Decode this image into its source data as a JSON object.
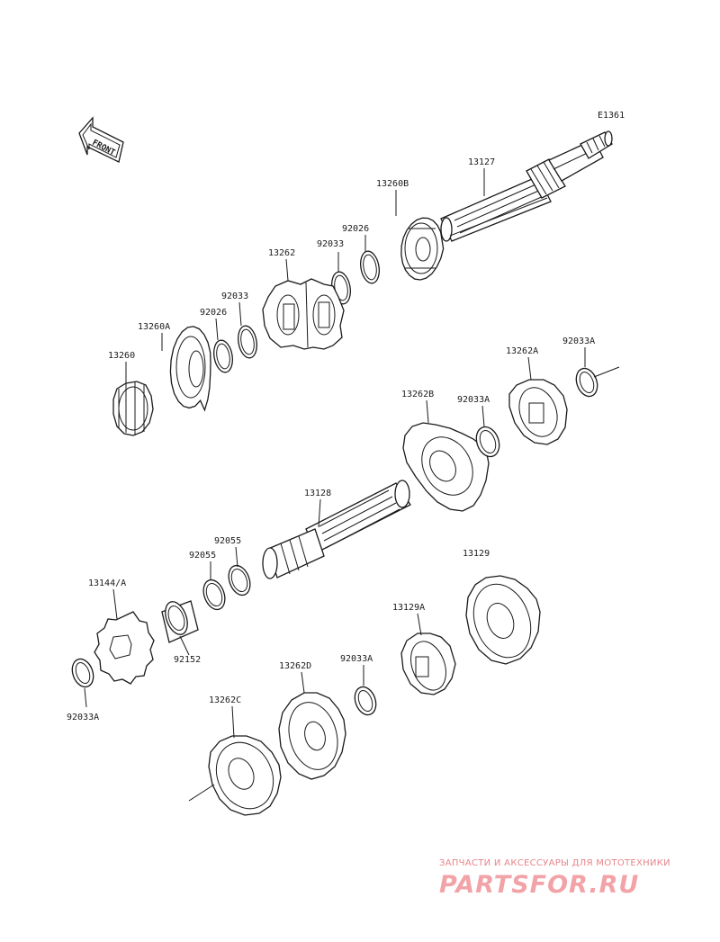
{
  "diagram_code": "E1361",
  "front_label": "FRONT",
  "labels": {
    "p13127": "13127",
    "p13260B": "13260B",
    "p92026_top": "92026",
    "p92033_top": "92033",
    "p13262": "13262",
    "p92033_mid": "92033",
    "p92026_mid": "92026",
    "p13260A": "13260A",
    "p13260": "13260",
    "p13262A": "13262A",
    "p92033A_r": "92033A",
    "p13262B": "13262B",
    "p92033A_m": "92033A",
    "p13128": "13128",
    "p92055_a": "92055",
    "p92055_b": "92055",
    "p13129": "13129",
    "p13144A": "13144/A",
    "p13129A": "13129A",
    "p92152": "92152",
    "p13262D": "13262D",
    "p92033A_c": "92033A",
    "p92033A_l": "92033A",
    "p13262C": "13262C"
  },
  "watermark": {
    "tagline": "ЗАПЧАСТИ И АКСЕССУАРЫ ДЛЯ МОТОТЕХНИКИ",
    "brand": "PARTSFOR.RU"
  }
}
